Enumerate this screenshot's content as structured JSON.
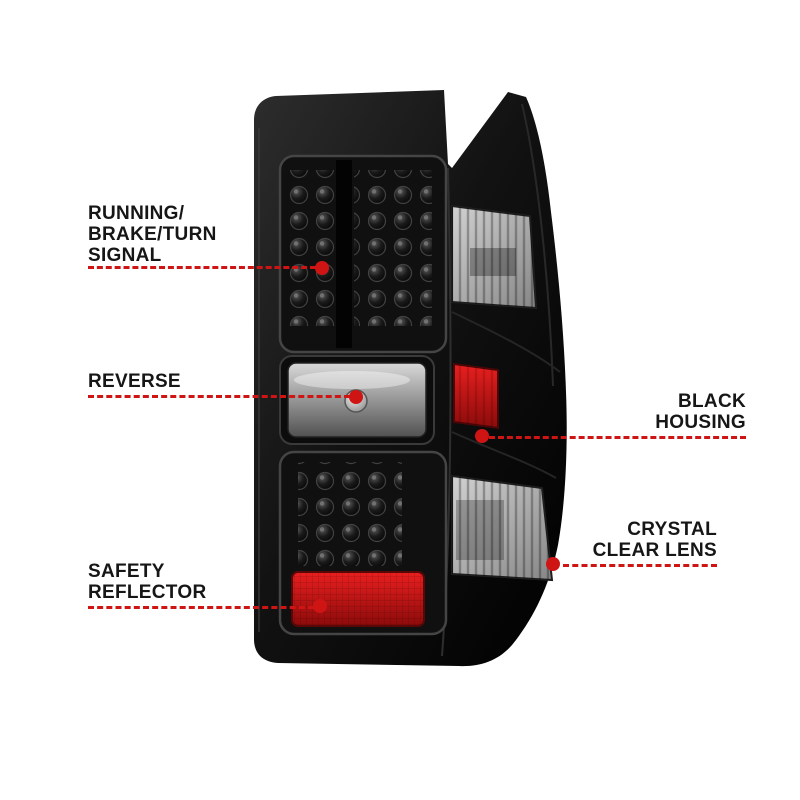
{
  "colors": {
    "accent_red": "#cf1414",
    "label_text": "#161616",
    "housing_black": "#0a0a0a",
    "reflector_red": "#c01212",
    "lens_gray": "#9a9a9a",
    "background": "#ffffff"
  },
  "callouts": {
    "left": [
      {
        "id": "running-brake-turn-signal",
        "lines": [
          "RUNNING/",
          "BRAKE/TURN",
          "SIGNAL"
        ]
      },
      {
        "id": "reverse",
        "lines": [
          "REVERSE"
        ]
      },
      {
        "id": "safety-reflector",
        "lines": [
          "SAFETY",
          "REFLECTOR"
        ]
      }
    ],
    "right": [
      {
        "id": "black-housing",
        "lines": [
          "BLACK",
          "HOUSING"
        ]
      },
      {
        "id": "crystal-clear-lens",
        "lines": [
          "CRYSTAL",
          "CLEAR LENS"
        ]
      }
    ]
  }
}
